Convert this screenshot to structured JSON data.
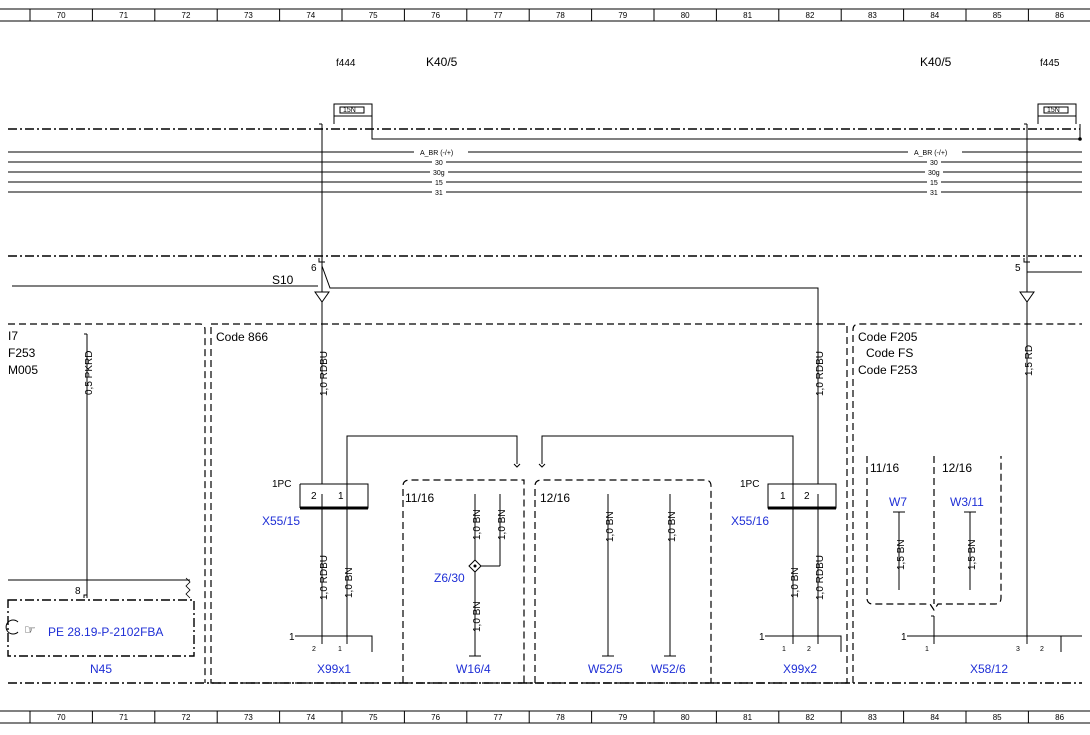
{
  "ruler": [
    "70",
    "71",
    "72",
    "73",
    "74",
    "75",
    "76",
    "77",
    "78",
    "79",
    "80",
    "81",
    "82",
    "83",
    "84",
    "85",
    "86"
  ],
  "header": {
    "fuse_left": "f444",
    "fuse_right": "f445",
    "relay_left": "K40/5",
    "relay_right": "K40/5",
    "fuse_rating": "15N"
  },
  "bus": {
    "lines": [
      "A_BR (-/+)",
      "30",
      "30g",
      "15",
      "31"
    ]
  },
  "pins": {
    "left_top": "6",
    "right_top": "5",
    "n45_pin": "8",
    "x55_15_pin2": "2",
    "x55_15_pin1": "1",
    "x55_16_pin1": "1",
    "x55_16_pin2": "2",
    "x99x1_pin2": "2",
    "x99x1_pin1": "1",
    "x99x2_pin1": "1",
    "x99x2_pin2": "2",
    "x58_pin1": "1",
    "x58_pin3": "3",
    "x58_pin2": "2",
    "row_one_a": "1",
    "row_one_b": "1",
    "row_one_c": "1"
  },
  "splice": "S10",
  "left_box": {
    "line1": "I7",
    "line2": "F253",
    "line3": "M005",
    "wire": "0,5 PKRD",
    "ref": "PE 28.19-P-2102FBA",
    "name": "N45"
  },
  "code_866": {
    "label": "Code 866"
  },
  "code_right": {
    "l1": "Code F205",
    "l2": "Code FS",
    "l3": "Code F253"
  },
  "wires": {
    "left_main": "1,0 RDBU",
    "right_main": "1,0 RDBU",
    "far_right": "1,5 RD",
    "x55_15_a": "1,0 RDBU",
    "x55_15_b": "1,0 BN",
    "w16_a": "1,0 BN",
    "w16_b": "1,0 BN",
    "w16_c": "1,0 BN",
    "w52_5": "1,0 BN",
    "w52_6": "1,0 BN",
    "x55_16_a": "1,0 BN",
    "x55_16_b": "1,0 RDBU",
    "w7": "1,5 BN",
    "w3": "1,5 BN"
  },
  "components": {
    "x55_15": "X55/15",
    "x55_16": "X55/16",
    "pc_left": "1PC",
    "pc_right": "1PC",
    "z6": "Z6/30",
    "w16": "W16/4",
    "w52_5": "W52/5",
    "w52_6": "W52/6",
    "x99x1": "X99x1",
    "x99x2": "X99x2",
    "w7": "W7",
    "w3": "W3/11",
    "x58": "X58/12"
  },
  "refs": {
    "g1": "11/16",
    "g2": "12/16",
    "g3": "11/16",
    "g4": "12/16"
  }
}
